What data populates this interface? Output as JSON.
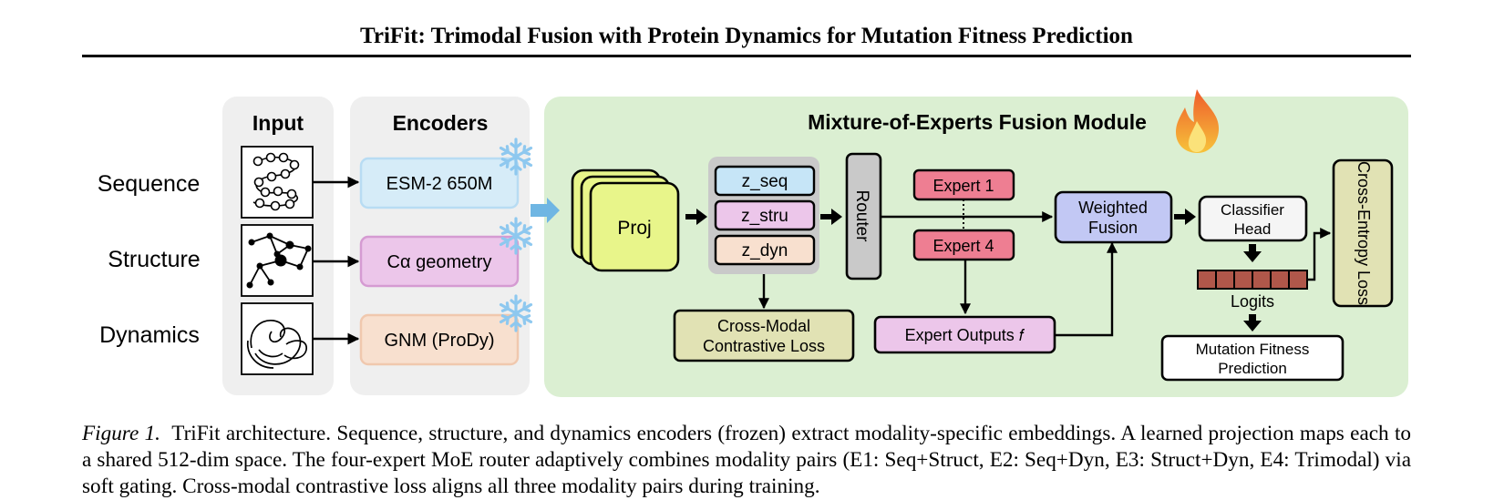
{
  "paper": {
    "title": "TriFit: Trimodal Fusion with Protein Dynamics for Mutation Fitness Prediction"
  },
  "figure": {
    "panels": {
      "input": "Input",
      "encoders": "Encoders",
      "moe": "Mixture-of-Experts Fusion Module"
    },
    "modalities": {
      "sequence": "Sequence",
      "structure": "Structure",
      "dynamics": "Dynamics"
    },
    "encoders": {
      "esm": "ESM-2 650M",
      "geometry": "Cα geometry",
      "gnm": "GNM (ProDy)"
    },
    "proj": "Proj",
    "embeddings": {
      "seq": "z_seq",
      "stru": "z_stru",
      "dyn": "z_dyn"
    },
    "router": "Router",
    "experts": {
      "e1": "Expert 1",
      "e4": "Expert 4",
      "outputs": "Expert Outputs 𝑓"
    },
    "weighted_fusion": {
      "line1": "Weighted",
      "line2": "Fusion"
    },
    "classifier": {
      "line1": "Classifier",
      "line2": "Head"
    },
    "logits": "Logits",
    "prediction": {
      "line1": "Mutation Fitness",
      "line2": "Prediction"
    },
    "contrastive": {
      "line1": "Cross-Modal",
      "line2": "Contrastive Loss"
    },
    "ce_loss": "Cross-Entropy Loss",
    "icons": {
      "frozen": "snowflake-icon",
      "trainable": "flame-icon"
    },
    "colors": {
      "moe_bg": "#dbefd2",
      "panel_bg": "#efefef",
      "esm": "#d6ecf8",
      "geometry": "#ecc6ea",
      "gnm": "#f8e0cf",
      "proj": "#e8f58a",
      "expert": "#ee7e92",
      "fusion": "#c2c8f4",
      "contrastive": "#e1e2b4",
      "ce_loss": "#e1e2b4",
      "logits": "#b0574a",
      "snowflake": "#8ec8ef"
    }
  },
  "caption": {
    "label": "Figure 1.",
    "text": "TriFit architecture. Sequence, structure, and dynamics encoders (frozen) extract modality-specific embeddings. A learned projection maps each to a shared 512-dim space. The four-expert MoE router adaptively combines modality pairs (E1: Seq+Struct, E2: Seq+Dyn, E3: Struct+Dyn, E4: Trimodal) via soft gating. Cross-modal contrastive loss aligns all three modality pairs during training."
  }
}
